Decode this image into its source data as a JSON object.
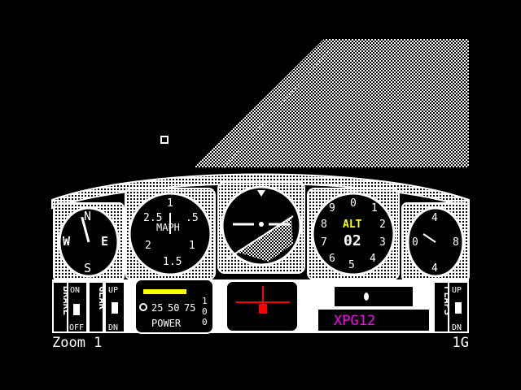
{
  "colors": {
    "background": "#000000",
    "panel": "#ffffff",
    "power_bar": "#ffff00",
    "alt_label": "#ffff00",
    "horizon_indicator": "#ff0000",
    "radio_text": "#ff00ff"
  },
  "compass": {
    "n": "N",
    "w": "W",
    "e": "E",
    "s": "S",
    "heading_deg": 345
  },
  "airspeed": {
    "label": "MAPH",
    "ticks": [
      "1",
      "2.5",
      ".5",
      "2",
      "1",
      "1.5"
    ]
  },
  "altimeter": {
    "label": "ALT",
    "value": "02",
    "digits": [
      "0",
      "1",
      "9",
      "2",
      "8",
      "3",
      "7",
      "4",
      "5",
      "6"
    ]
  },
  "vsi": {
    "ticks": [
      "4",
      "0",
      "8",
      "4"
    ]
  },
  "power": {
    "label": "POWER",
    "scale": [
      "25",
      "50",
      "75"
    ],
    "side": [
      "1",
      "0",
      "0"
    ],
    "level": 0.72
  },
  "switches": {
    "brake": {
      "label": "BRAKE",
      "on": "ON",
      "off": "OFF"
    },
    "gear": {
      "label": "GEAR",
      "up": "UP",
      "dn": "DN"
    },
    "flaps": {
      "label": "FLAPS",
      "up": "UP",
      "dn": "DN"
    }
  },
  "radio": {
    "callsign": "XPG12"
  },
  "status": {
    "zoom": "Zoom 1",
    "g_force": "1G"
  }
}
